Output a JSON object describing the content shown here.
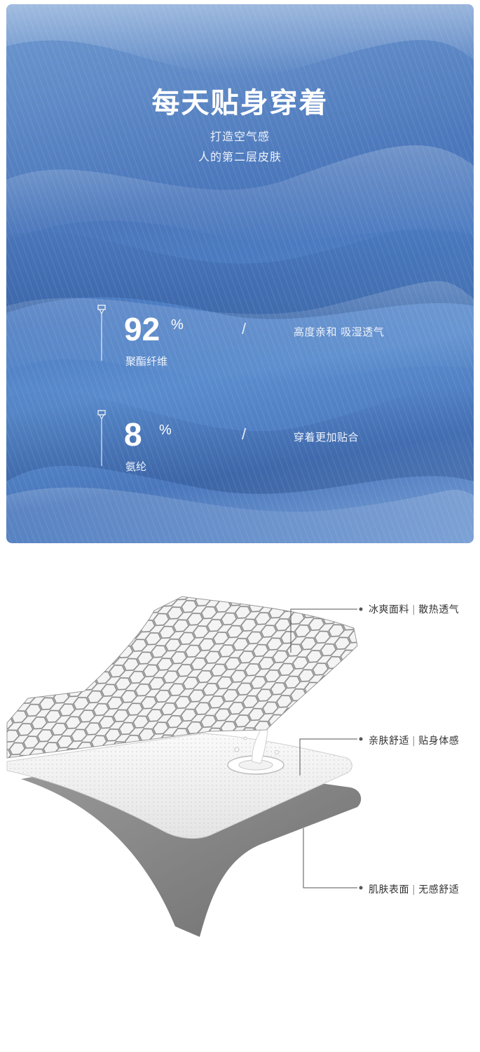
{
  "hero": {
    "title": "每天贴身穿着",
    "subtitle_line1": "打造空气感",
    "subtitle_line2": "人的第二层皮肤"
  },
  "stats": [
    {
      "value": "92",
      "unit": "%",
      "label": "聚酯纤维",
      "slash": "/",
      "description": "高度亲和 吸湿透气"
    },
    {
      "value": "8",
      "unit": "%",
      "label": "氨纶",
      "slash": "/",
      "description": "穿着更加贴合"
    }
  ],
  "layers": [
    {
      "name": "冰爽面料",
      "separator": "|",
      "benefit": "散热透气"
    },
    {
      "name": "亲肤舒适",
      "separator": "|",
      "benefit": "贴身体感"
    },
    {
      "name": "肌肤表面",
      "separator": "|",
      "benefit": "无感舒适"
    }
  ],
  "colors": {
    "fabric_blue": "#4c7cc2",
    "white_text": "#ffffff",
    "layer_gray": "#7b7b7b",
    "callout_text": "#333333"
  }
}
